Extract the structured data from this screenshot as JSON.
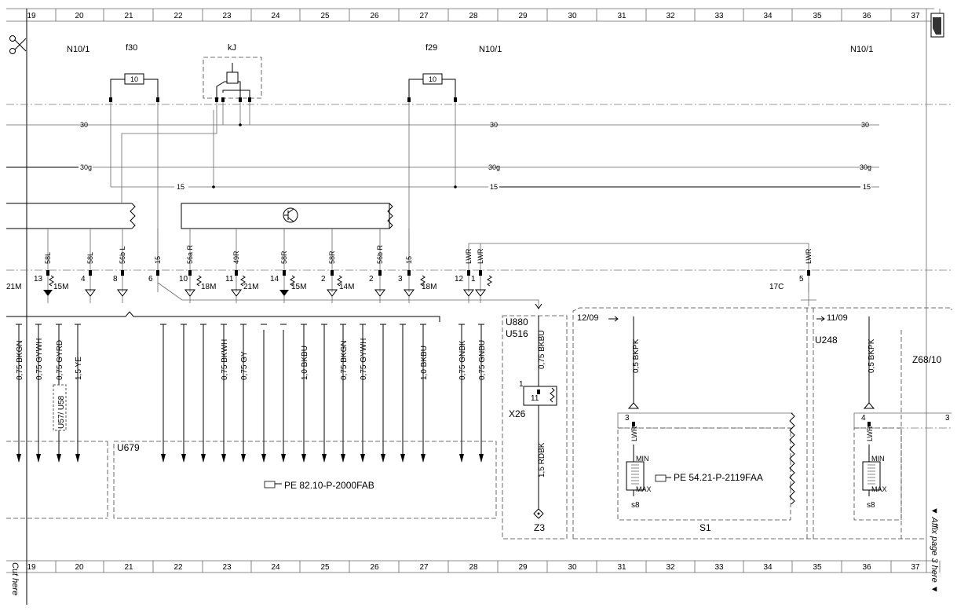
{
  "grid_columns": [
    "19",
    "20",
    "21",
    "22",
    "23",
    "24",
    "25",
    "26",
    "27",
    "28",
    "29",
    "30",
    "31",
    "32",
    "33",
    "34",
    "35",
    "36",
    "37"
  ],
  "components": {
    "n10_1_a": "N10/1",
    "f30": "f30",
    "kj": "kJ",
    "f29": "f29",
    "n10_1_b": "N10/1",
    "n10_1_c": "N10/1",
    "fuse_rating_a": "10",
    "fuse_rating_b": "10"
  },
  "bus_labels": {
    "b30": "30",
    "b30g": "30g",
    "b15": "15"
  },
  "upper_wires": [
    "58L",
    "58L",
    "56b L",
    "15",
    "56a R",
    "49R",
    "58R",
    "58R",
    "56b R",
    "15",
    "LWR",
    "LWR",
    "LWR"
  ],
  "connector_pins": [
    "13",
    "4",
    "8",
    "6",
    "10",
    "11",
    "14",
    "2",
    "2",
    "3",
    "12",
    "1",
    "5"
  ],
  "fuse_refs": {
    "f21m_left": "21M",
    "f15m_a": "15M",
    "f18m_a": "18M",
    "f21m": "21M",
    "f15m_b": "15M",
    "f14m": "14M",
    "f18m_b": "18M",
    "f17c": "17C"
  },
  "lower_wires": [
    "0,75 BKGN",
    "0,75 GYWH",
    "0,75 GYRD",
    "1,5 YE",
    "0,75 BKWH",
    "0,75 GY",
    "1,0 BKBU",
    "0,75 BKGN",
    "0,75 GYWH",
    "1,0 BKBU",
    "0,75 GNBK",
    "0,75 GNBU"
  ],
  "u57_u58": "U57/ U58",
  "u679": "U679",
  "pe_ref_a": "PE 82.10-P-2000FAB",
  "u880": "U880",
  "u516": "U516",
  "x26_wire": "0,75 BKBU",
  "x26_pin_1": "1",
  "x26_pin_11": "11",
  "x26": "X26",
  "rdbk_wire": "1,5 RDBK",
  "z3": "Z3",
  "date_a": "12/09",
  "date_b": "11/09",
  "u248": "U248",
  "z68_10": "Z68/10",
  "bkpk_a": "0,5 BKPK",
  "bkpk_b": "0,5 BKPK",
  "pin_3_a": "3",
  "pin_4": "4",
  "pin_3_b": "3",
  "lwr_a": "LWR",
  "lwr_b": "LWR",
  "min_a": "MIN",
  "max_a": "MAX",
  "min_b": "MIN",
  "max_b": "MAX",
  "s8_a": "s8",
  "s8_b": "s8",
  "pe_ref_b": "PE 54.21-P-2119FAA",
  "s1": "S1",
  "affix": "▼ Affix page 3 here ▼",
  "cut_here": "Cut here"
}
